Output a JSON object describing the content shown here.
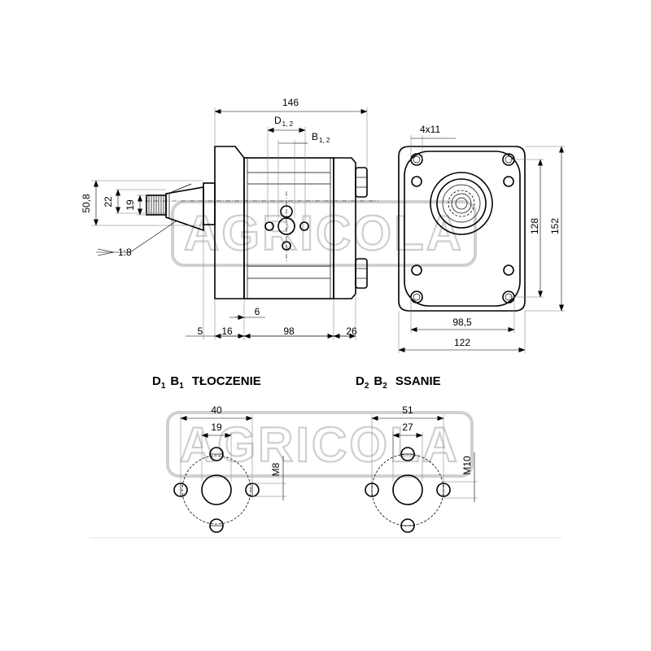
{
  "watermark": "AGRICOLA",
  "side_view": {
    "dims": {
      "overall_length": "146",
      "d12_main": "D",
      "d12_sub": "1, 2",
      "b12_main": "B",
      "b12_sub": "1, 2",
      "flange_dia": "50,8",
      "shaft_dia": "22",
      "thread_dia": "19",
      "taper": "1:8",
      "flange_thk": "5",
      "shaft_len": "16",
      "flange_offset": "6",
      "body_len": "98",
      "cover_len": "26"
    }
  },
  "front_view": {
    "dims": {
      "holes": "4x11",
      "height_inner": "128",
      "height_outer": "152",
      "width_inner": "98,5",
      "width_outer": "122"
    }
  },
  "ports": [
    {
      "title_d": "D",
      "title_d_sub": "1",
      "title_b": "B",
      "title_b_sub": "1",
      "title_word": "TŁOCZENIE",
      "bolt_spacing": "40",
      "bore": "19",
      "thread": "M8"
    },
    {
      "title_d": "D",
      "title_d_sub": "2",
      "title_b": "B",
      "title_b_sub": "2",
      "title_word": "SSANIE",
      "bolt_spacing": "51",
      "bore": "27",
      "thread": "M10"
    }
  ]
}
